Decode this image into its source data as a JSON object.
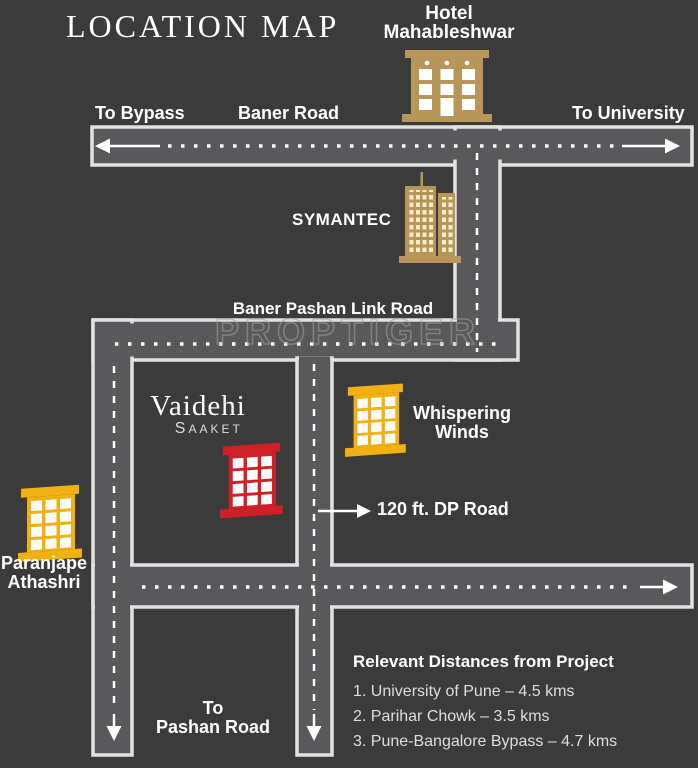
{
  "title": "LOCATION MAP",
  "watermark": "PROPTIGER",
  "colors": {
    "bg": "#3b3b3b",
    "road_fill": "#59595b",
    "road_border": "#e2e2e2",
    "line": "#ffffff",
    "text": "#ffffff",
    "text_dim": "#dedede",
    "building_tan": "#b8965a",
    "building_yellow": "#f2b112",
    "building_red": "#d02027",
    "window_white": "#ffffff",
    "window_cream": "#f7edc6",
    "watermark_stroke": "#9f9f9f"
  },
  "roads": {
    "baner": {
      "name": "Baner Road",
      "west": "To Bypass",
      "east": "To University"
    },
    "link": {
      "name": "Baner Pashan Link Road"
    },
    "dp": {
      "name": "120 ft. DP Road"
    },
    "pashan": {
      "line1": "To",
      "line2": "Pashan Road"
    }
  },
  "places": {
    "hotel": {
      "line1": "Hotel",
      "line2": "Mahableshwar"
    },
    "symantec": {
      "name": "SYMANTEC"
    },
    "project": {
      "name": "Vaidehi",
      "subname": "SAAKET"
    },
    "whispering": {
      "line1": "Whispering",
      "line2": "Winds"
    },
    "paranjape": {
      "line1": "Paranjape",
      "line2": "Athashri"
    }
  },
  "distances": {
    "heading": "Relevant Distances from Project",
    "items": [
      "1. University of Pune – 4.5 kms",
      "2. Parihar Chowk – 3.5 kms",
      "3. Pune-Bangalore Bypass – 4.7 kms"
    ]
  }
}
